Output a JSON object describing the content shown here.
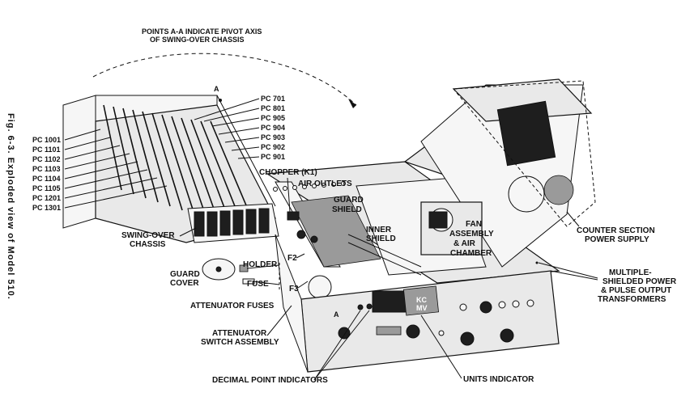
{
  "figure": {
    "caption": "Fig. 6-3. Exploded view of Model 510.",
    "pivot_note_line1": "POINTS A-A INDICATE PIVOT AXIS",
    "pivot_note_line2": "OF SWING-OVER CHASSIS",
    "pivot_point_letter": "A",
    "pivot_point_letter_front": "A"
  },
  "left_pc_labels": [
    "PC 1001",
    "PC 1101",
    "PC 1102",
    "PC 1103",
    "PC 1104",
    "PC 1105",
    "PC 1201",
    "PC 1301"
  ],
  "right_pc_labels": [
    "PC 701",
    "PC 801",
    "PC 905",
    "PC 904",
    "PC 903",
    "PC 902",
    "PC 901"
  ],
  "callouts": {
    "chopper": "CHOPPER (K1)",
    "air_outlets": "AIR OUTLETS",
    "guard_shield_1": "GUARD",
    "guard_shield_2": "SHIELD",
    "inner_shield_1": "INNER",
    "inner_shield_2": "SHIELD",
    "fan_1": "FAN",
    "fan_2": "ASSEMBLY",
    "fan_3": "& AIR",
    "fan_4": "CHAMBER",
    "swing_over_1": "SWING-OVER",
    "swing_over_2": "CHASSIS",
    "guard_cover_1": "GUARD",
    "guard_cover_2": "COVER",
    "holder": "HOLDER",
    "fuse": "FUSE",
    "f2": "F2",
    "f3": "F3",
    "attenuator_fuses": "ATTENUATOR FUSES",
    "attenuator_switch_1": "ATTENUATOR",
    "attenuator_switch_2": "SWITCH ASSEMBLY",
    "decimal_point": "DECIMAL POINT INDICATORS",
    "units_indicator": "UNITS INDICATOR",
    "counter_ps_1": "COUNTER SECTION",
    "counter_ps_2": "POWER SUPPLY",
    "multiple_1": "MULTIPLE-",
    "multiple_2": "SHIELDED POWER",
    "multiple_3": "& PULSE OUTPUT",
    "multiple_4": "TRANSFORMERS",
    "units_kc": "KC",
    "units_mv": "MV"
  }
}
